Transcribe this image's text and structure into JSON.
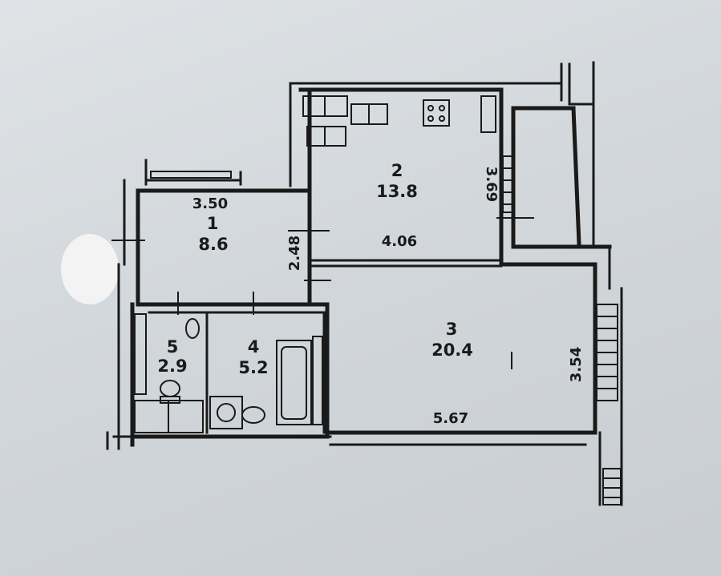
{
  "rooms": [
    {
      "number": "1",
      "area": "8.6",
      "width": "3.50",
      "depth": "2.48"
    },
    {
      "number": "2",
      "area": "13.8",
      "width": "4.06",
      "depth": "3.69"
    },
    {
      "number": "3",
      "area": "20.4",
      "width": "5.67",
      "depth": "3.54"
    },
    {
      "number": "4",
      "area": "5.2"
    },
    {
      "number": "5",
      "area": "2.9"
    }
  ],
  "colors": {
    "wall": "#1a1a1a",
    "paper": "#d6dade",
    "blob": "#f3f3f3"
  }
}
